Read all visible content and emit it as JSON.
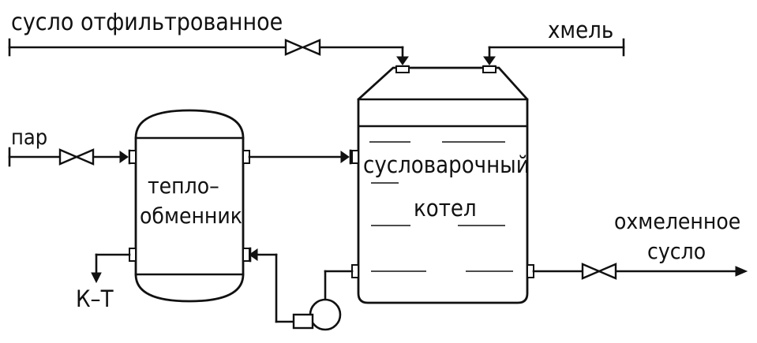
{
  "labels": {
    "filtered_wort_line": "сусло отфильтрованное",
    "hops_line": "хмель",
    "steam_line": "пар",
    "condensate_line": "К–Т",
    "hopped_wort_line_1": "охмеленное",
    "hopped_wort_line_2": "сусло",
    "heat_exchanger_1": "тепло–",
    "heat_exchanger_2": "обменник",
    "wort_kettle_1": "сусловарочный",
    "wort_kettle_2": "котел"
  }
}
